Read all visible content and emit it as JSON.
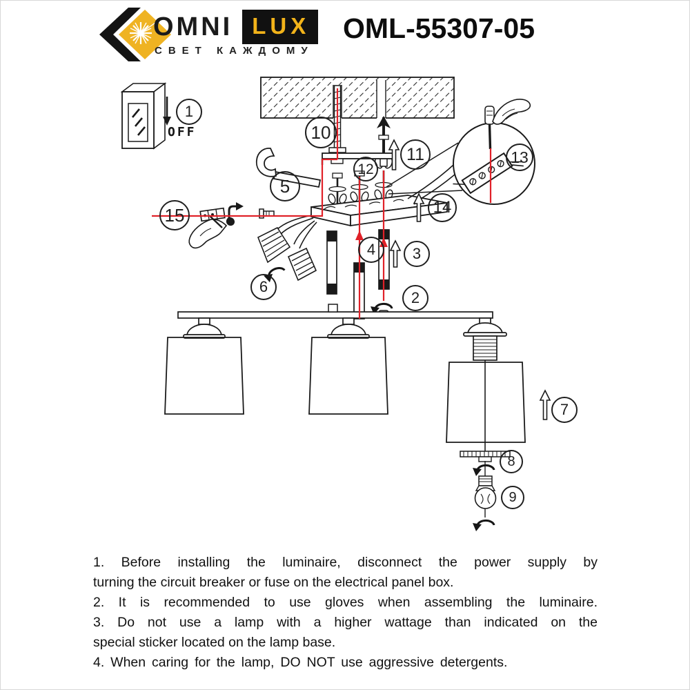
{
  "header": {
    "brand_word1": "OMNI",
    "brand_word2": "LUX",
    "tagline": "СВЕТ КАЖДОМУ",
    "model": "OML-55307-05"
  },
  "diagram": {
    "off_label": "OFF",
    "callouts": [
      {
        "n": "1"
      },
      {
        "n": "2"
      },
      {
        "n": "3"
      },
      {
        "n": "4"
      },
      {
        "n": "5"
      },
      {
        "n": "6"
      },
      {
        "n": "7"
      },
      {
        "n": "8"
      },
      {
        "n": "9"
      },
      {
        "n": "10"
      },
      {
        "n": "11"
      },
      {
        "n": "12"
      },
      {
        "n": "13"
      },
      {
        "n": "14"
      },
      {
        "n": "15"
      }
    ]
  },
  "instructions": {
    "items": [
      {
        "lines": [
          "1. Before installing the luminaire, disconnect the power supply by",
          "turning the circuit breaker or fuse on the electrical panel box."
        ]
      },
      {
        "lines": [
          "2. It is recommended to use gloves when assembling the luminaire."
        ]
      },
      {
        "lines": [
          "3. Do not use a lamp with a higher wattage than indicated on the",
          "special sticker located on the lamp base."
        ]
      },
      {
        "lines": [
          "4. When caring for the lamp, DO NOT use aggressive detergents."
        ]
      }
    ]
  },
  "colors": {
    "accent": "#efb322",
    "red": "#e02128",
    "ink": "#1a1a1a"
  }
}
